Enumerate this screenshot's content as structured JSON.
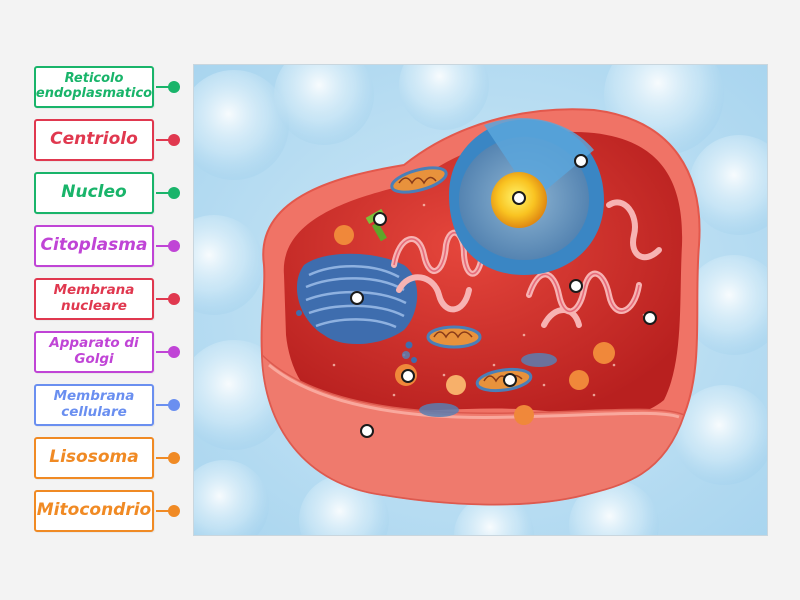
{
  "labels": [
    {
      "text": "Reticolo endoplasmatico",
      "color": "#19b46a"
    },
    {
      "text": "Centriolo",
      "color": "#e0384f"
    },
    {
      "text": "Nucleo",
      "color": "#19b46a"
    },
    {
      "text": "Citoplasma",
      "color": "#c044d6"
    },
    {
      "text": "Membrana nucleare",
      "color": "#e0384f"
    },
    {
      "text": "Apparato di Golgi",
      "color": "#c044d6"
    },
    {
      "text": "Membrana cellulare",
      "color": "#6a8ff0"
    },
    {
      "text": "Lisosoma",
      "color": "#f08a24"
    },
    {
      "text": "Mitocondrio",
      "color": "#f08a24"
    }
  ]
}
